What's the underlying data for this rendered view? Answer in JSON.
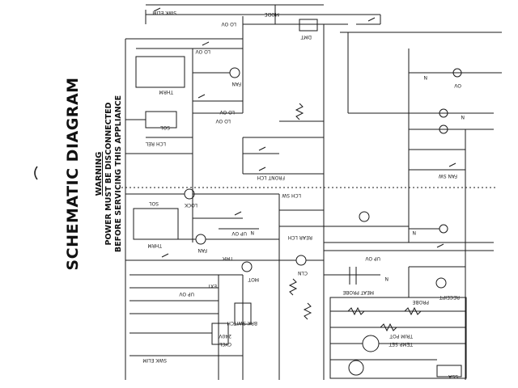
{
  "title": "SCHEMATIC DIAGRAM",
  "warning": {
    "heading": "WARNING",
    "line1": "POWER MUST BE DISCONNECTED",
    "line2": "BEFORE SERVICING THIS APPLIANCE"
  },
  "labels": {
    "lo_ov_top": "LO OV",
    "lo_ov_2": "LO OV",
    "lo_ov_3": "LO OV",
    "lo_ov_4": "LO OV",
    "dmt": "DMT",
    "fan_upper": "FAN",
    "fan_lower": "FAN",
    "fan_sw": "FAN SW",
    "therm_upper": "THRM",
    "therm_lower": "THRM",
    "sol_upper": "SOL",
    "sol_lower": "SOL",
    "lch_rel": "LCH REL",
    "lock": "LOCK",
    "front_lch": "FRONT LCH",
    "rear_lch": "REAR LCH",
    "lch_sw": "LCH SW",
    "ov": "OV",
    "up_ov": "UP OV",
    "up_ov_2": "UP OV",
    "up_ov_3": "UP OV",
    "brk_switch": "BRK SWITCH",
    "cycl": "CYCL",
    "swk_elim_top": "SWK ELIM",
    "swk_elim_bot": "SWK ELIM",
    "tmr": "TMR",
    "ext": "EXT",
    "mot": "MOT",
    "cln": "CLN",
    "meat_probe": "MEAT PROBE",
    "probe": "PROBE",
    "trim_pot": "TRIM POT",
    "temp_set": "TEMP SET",
    "receipt": "RECEIPT",
    "n": "N",
    "v240": "240V",
    "ssa": "SSA",
    "mode": "MODE"
  }
}
